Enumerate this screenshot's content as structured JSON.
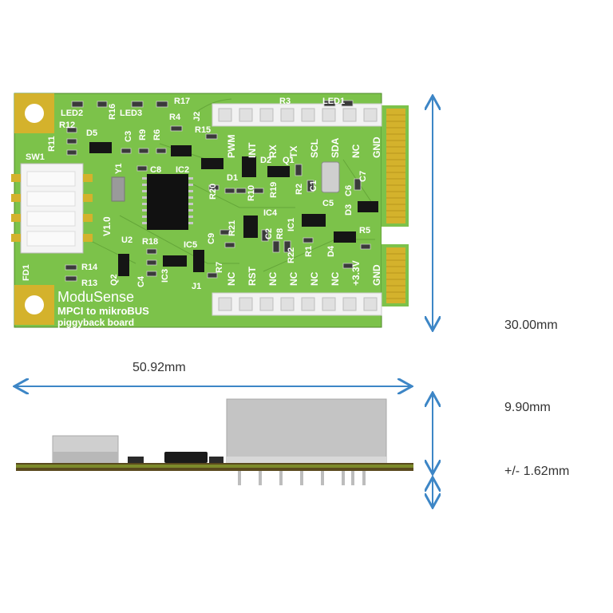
{
  "board": {
    "brand": "ModuSense",
    "subtitle_line1": "MPCI to mikroBUS",
    "subtitle_line2": "piggyback board",
    "version": "V1.0",
    "top_pins": [
      "PWM",
      "INT",
      "RX",
      "TX",
      "SCL",
      "SDA",
      "NC",
      "GND"
    ],
    "bottom_pins": [
      "NC",
      "RST",
      "NC",
      "NC",
      "NC",
      "NC",
      "+3.3V",
      "GND"
    ],
    "refs": {
      "led2": "LED2",
      "led3": "LED3",
      "led1": "LED1",
      "r17": "R17",
      "r12": "R12",
      "r11": "R11",
      "d5": "D5",
      "c3": "C3",
      "r9": "R9",
      "r6": "R6",
      "r4": "R4",
      "r3": "R3",
      "j2": "J2",
      "r15": "R15",
      "r16": "R16",
      "sw1": "SW1",
      "y1": "Y1",
      "c8": "C8",
      "ic2": "IC2",
      "r20": "R20",
      "d1": "D1",
      "d2": "D2",
      "q1": "Q1",
      "r10": "R10",
      "r19": "R19",
      "r2": "R2",
      "c1": "C1",
      "c5": "C5",
      "c6": "C6",
      "c7": "C7",
      "d3": "D3",
      "r21": "R21",
      "ic4": "IC4",
      "ic1": "IC1",
      "c2": "C2",
      "r8": "R8",
      "r22": "R22",
      "r1": "R1",
      "d4": "D4",
      "r5": "R5",
      "r18": "R18",
      "u2": "U2",
      "ic5": "IC5",
      "c9": "C9",
      "r14": "R14",
      "r13": "R13",
      "q2": "Q2",
      "c4": "C4",
      "ic3": "IC3",
      "j1": "J1",
      "r7": "R7",
      "fd1": "FD1"
    }
  },
  "dimensions": {
    "height": "30.00mm",
    "width": "50.92mm",
    "component_height": "9.90mm",
    "thickness": "+/- 1.62mm"
  },
  "colors": {
    "pcb": "#7cc24a",
    "pcb_dark": "#5fa035",
    "gold": "#d4b22c",
    "arrow": "#3d86c6"
  }
}
